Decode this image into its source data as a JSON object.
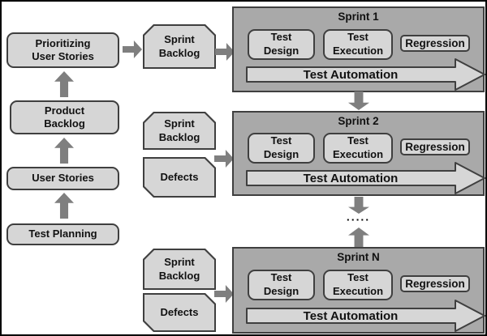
{
  "colors": {
    "page_bg": "#ffffff",
    "outer_border": "#000000",
    "sprint_fill": "#a9a9a9",
    "node_fill": "#d6d6d6",
    "node_border": "#3f3f3f",
    "connector_gray": "#7f7f7f"
  },
  "planning_flow": {
    "test_planning": "Test Planning",
    "user_stories": "User Stories",
    "product_backlog": "Product\nBacklog",
    "prioritizing_user_stories": "Prioritizing\nUser Stories"
  },
  "sprint_inputs": {
    "sprint1_backlog": "Sprint\nBacklog",
    "sprint2_backlog": "Sprint\nBacklog",
    "sprint2_defects": "Defects",
    "sprintN_backlog": "Sprint\nBacklog",
    "sprintN_defects": "Defects"
  },
  "sprints": [
    {
      "title": "Sprint 1",
      "test_design": "Test\nDesign",
      "test_execution": "Test\nExecution",
      "regression": "Regression",
      "test_automation": "Test Automation"
    },
    {
      "title": "Sprint 2",
      "test_design": "Test\nDesign",
      "test_execution": "Test\nExecution",
      "regression": "Regression",
      "test_automation": "Test Automation"
    },
    {
      "title": "Sprint N",
      "test_design": "Test\nDesign",
      "test_execution": "Test\nExecution",
      "regression": "Regression",
      "test_automation": "Test Automation"
    }
  ],
  "ellipsis": "▪▪▪▪▪"
}
